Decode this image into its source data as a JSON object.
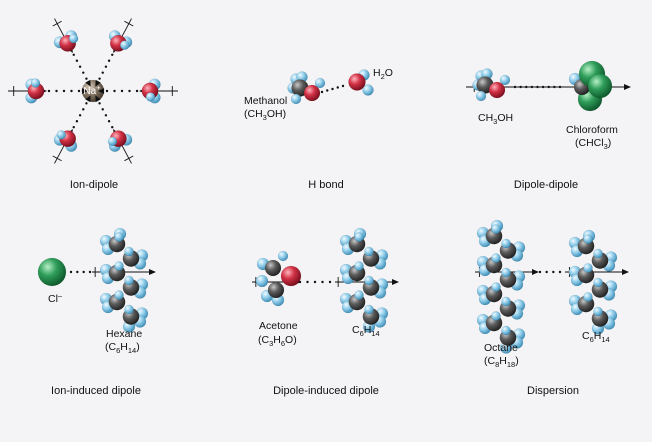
{
  "colors": {
    "background": "#f4f4f6",
    "hydrogen": "#8cc8e6",
    "oxygen": "#c8283c",
    "carbon": "#555555",
    "chlorine": "#2e9a58",
    "sodium": "#8a7a68"
  },
  "panels": [
    {
      "caption": "Ion-dipole",
      "labels": {
        "ion": "Na",
        "ion_charge": "+"
      }
    },
    {
      "caption": "H bond",
      "labels": {
        "methanol_name": "Methanol",
        "methanol_formula": [
          "(CH",
          "3",
          "OH)"
        ],
        "water_formula": [
          "H",
          "2",
          "O"
        ]
      }
    },
    {
      "caption": "Dipole-dipole",
      "labels": {
        "methanol_formula": [
          "CH",
          "3",
          "OH"
        ],
        "chloroform_name": "Chloroform",
        "chloroform_formula": [
          "(CHCl",
          "3",
          ")"
        ]
      }
    },
    {
      "caption": "Ion-induced dipole",
      "labels": {
        "ion": "Cl",
        "ion_charge": "–",
        "hexane_name": "Hexane",
        "hexane_formula": [
          "(C",
          "6",
          "H",
          "14",
          ")"
        ]
      }
    },
    {
      "caption": "Dipole-induced dipole",
      "labels": {
        "acetone_name": "Acetone",
        "acetone_formula": [
          "(C",
          "3",
          "H",
          "6",
          "O)"
        ],
        "hexane_formula": [
          "C",
          "6",
          "H",
          "14"
        ]
      }
    },
    {
      "caption": "Dispersion",
      "labels": {
        "octane_name": "Octane",
        "octane_formula": [
          "(C",
          "8",
          "H",
          "18",
          ")"
        ],
        "hexane_formula": [
          "C",
          "6",
          "H",
          "14"
        ]
      }
    }
  ]
}
